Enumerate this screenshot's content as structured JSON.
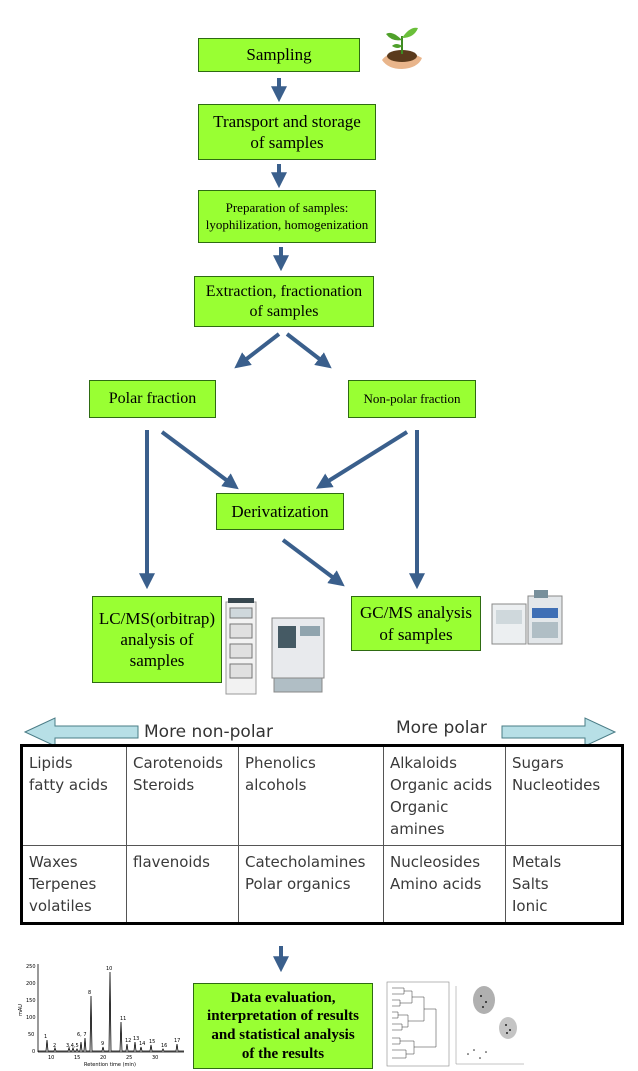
{
  "steps": {
    "sampling": "Sampling",
    "transport_line1": "Transport and storage",
    "transport_line2": "of samples",
    "preparation_line1": "Preparation of samples:",
    "preparation_line2": "lyophilization, homogenization",
    "extraction_line1": "Extraction, fractionation",
    "extraction_line2": "of samples",
    "polar": "Polar fraction",
    "nonpolar": "Non-polar fraction",
    "derivatization": "Derivatization",
    "lcms_line1": "LC/MS(orbitrap)",
    "lcms_line2": "analysis of",
    "lcms_line3": "samples",
    "gcms_line1": "GC/MS analysis",
    "gcms_line2": "of samples",
    "eval_line1": "Data evaluation,",
    "eval_line2": "interpretation of results",
    "eval_line3": "and statistical analysis",
    "eval_line4": "of the results"
  },
  "polarity": {
    "left_label": "More non-polar",
    "right_label": "More polar"
  },
  "compound_table": {
    "rows": [
      [
        [
          "Lipids",
          "fatty acids"
        ],
        [
          "Carotenoids",
          "Steroids"
        ],
        [
          "Phenolics",
          "alcohols"
        ],
        [
          "Alkaloids",
          "Organic acids",
          "Organic",
          "amines"
        ],
        [
          "Sugars",
          "Nucleotides"
        ]
      ],
      [
        [
          "Waxes",
          "Terpenes",
          "volatiles"
        ],
        [
          "flavenoids"
        ],
        [
          "Catecholamines",
          "Polar organics"
        ],
        [
          "Nucleosides",
          "Amino acids"
        ],
        [
          "Metals",
          "Salts",
          "Ionic"
        ]
      ]
    ]
  },
  "chromatogram": {
    "peak_labels": [
      "1",
      "2",
      "3,4,5",
      "6, 7",
      "8",
      "9",
      "10",
      "11",
      "12",
      "13",
      "14",
      "15",
      "16",
      "17"
    ],
    "y_ticks": [
      "0",
      "50",
      "100",
      "150",
      "200",
      "250"
    ],
    "y_label": "mAU",
    "x_ticks": [
      "10",
      "15",
      "20",
      "25",
      "30"
    ],
    "x_label": "Retention time (min)"
  },
  "colors": {
    "box_fill": "#99ff33",
    "arrow": "#3a5f8c",
    "polarity_arrow": "#b7dfe6"
  }
}
